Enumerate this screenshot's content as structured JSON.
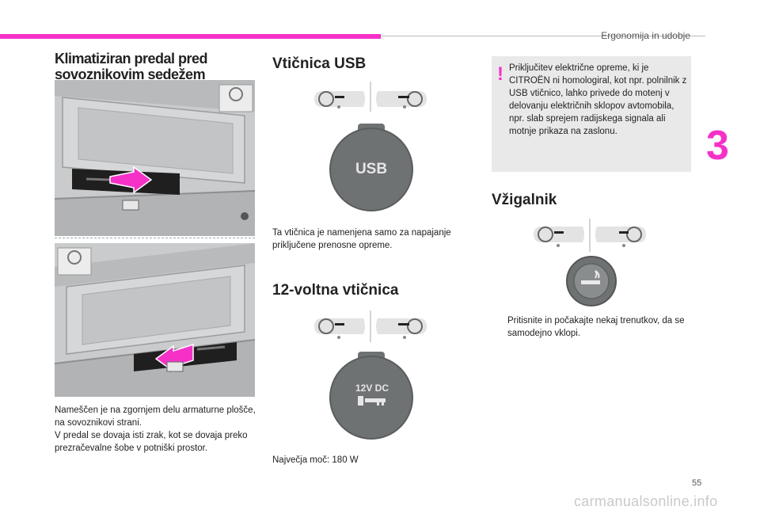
{
  "header": {
    "section_name": "Ergonomija in udobje",
    "chapter_number": "3",
    "page_number": "55",
    "watermark": "carmanualsonline.info"
  },
  "glovebox": {
    "title": "Klimatiziran predal pred sovoznikovim sedežem",
    "text_line1": "Nameščen je na zgornjem delu armaturne plošče, na sovoznikovi strani.",
    "text_line2": "V predal se dovaja isti zrak, kot se dovaja preko prezračevalne šobe v potniški prostor."
  },
  "usb": {
    "title": "Vtičnica USB",
    "cap_label": "USB",
    "description": "Ta vtičnica je namenjena samo za napajanje priključene prenosne opreme."
  },
  "socket12v": {
    "title": "12-voltna vtičnica",
    "cap_label": "12V DC",
    "max_power": "Največja moč: 180 W"
  },
  "warning": {
    "icon": "!",
    "text": "Priključitev električne opreme, ki je CITROËN ni homologiral, kot npr. polnilnik z USB vtičnico, lahko privede do motenj v delovanju električnih sklopov avtomobila, npr. slab sprejem radijskega signala ali motnje prikaza na zaslonu."
  },
  "lighter": {
    "title": "Vžigalnik",
    "bullet": "",
    "instruction": "Pritisnite in počakajte nekaj trenutkov, da se samodejno vklopi."
  },
  "colors": {
    "accent": "#f531c8",
    "cap_grey": "#6f7273",
    "box_grey": "#e9e9e9"
  }
}
